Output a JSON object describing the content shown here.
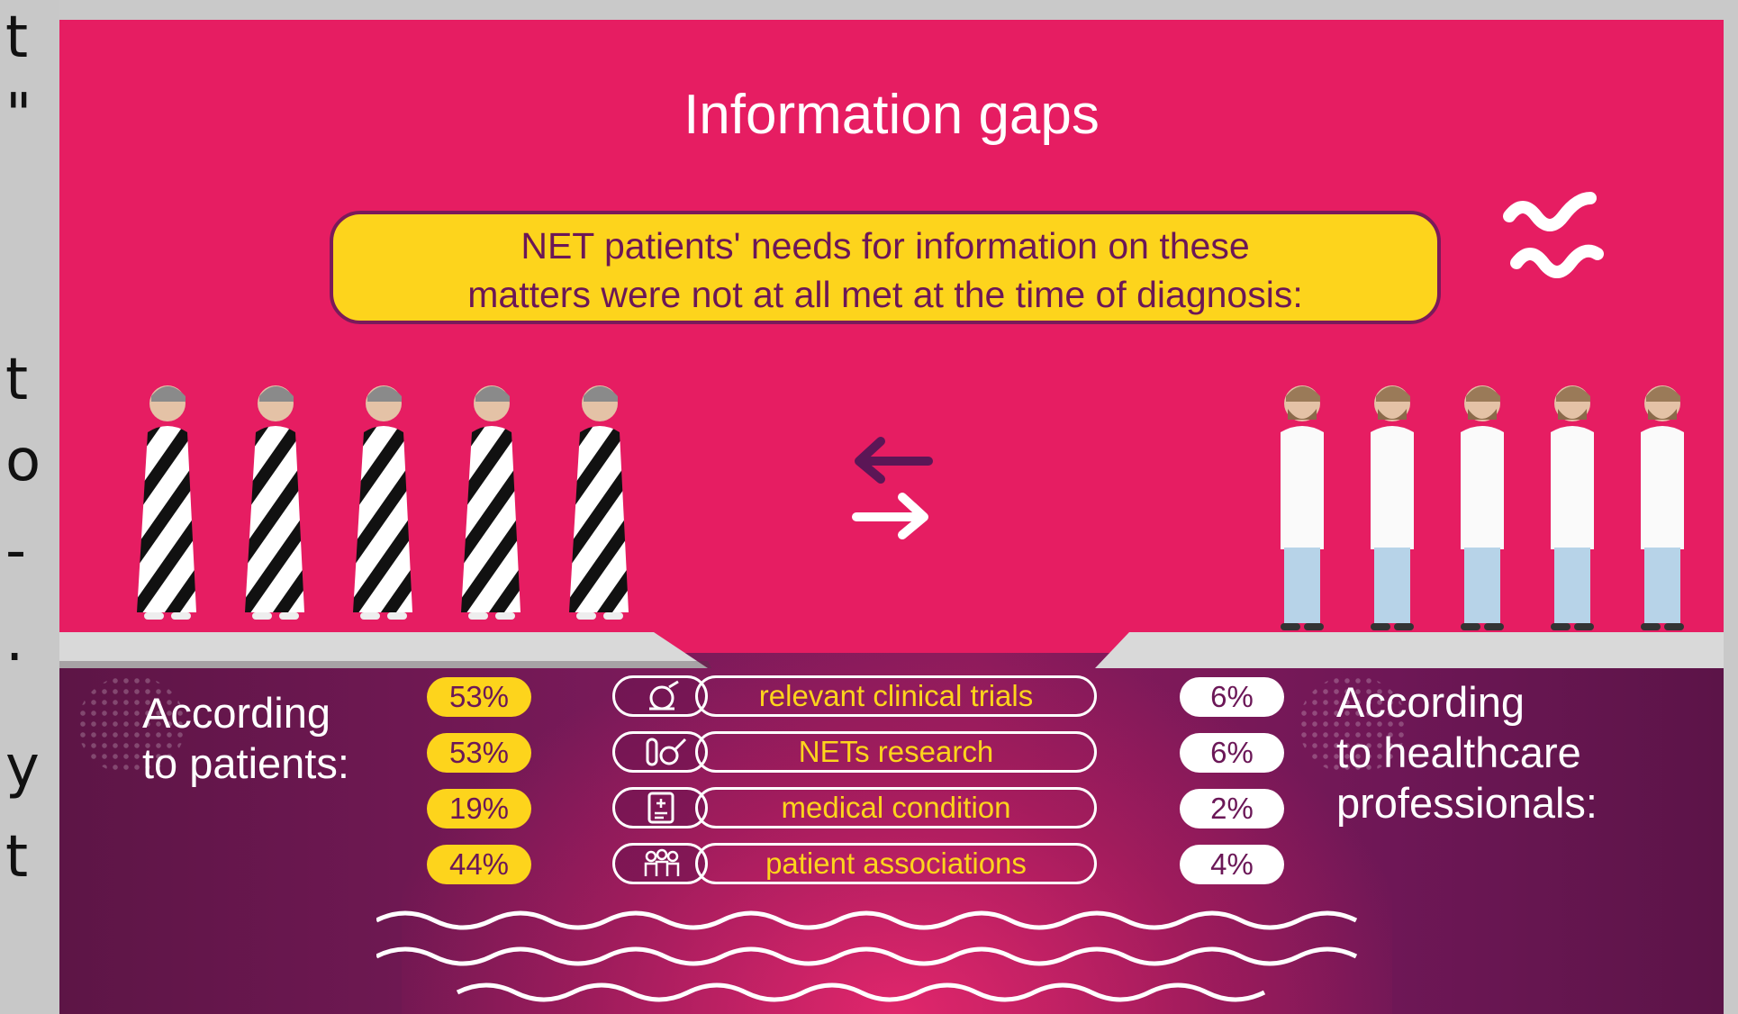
{
  "side_text": [
    "t",
    "\"",
    "t",
    "o",
    "-",
    ".",
    "y",
    "t"
  ],
  "title": "Information gaps",
  "callout": {
    "line1": "NET patients' needs for information on these",
    "line2": "matters were not at all met at the time of diagnosis:"
  },
  "left_label": {
    "line1": "According",
    "line2": "to patients:"
  },
  "right_label": {
    "line1": "According",
    "line2": "to healthcare",
    "line3": "professionals:"
  },
  "rows": [
    {
      "topic": "relevant clinical trials",
      "patients": "53%",
      "professionals": "6%",
      "icon": "clinical-trials-icon"
    },
    {
      "topic": "NETs research",
      "patients": "53%",
      "professionals": "6%",
      "icon": "research-tube-icon"
    },
    {
      "topic": "medical condition",
      "patients": "19%",
      "professionals": "2%",
      "icon": "medical-record-icon"
    },
    {
      "topic": "patient associations",
      "patients": "44%",
      "professionals": "4%",
      "icon": "patient-group-icon"
    }
  ],
  "colors": {
    "background": "#e61d62",
    "panel": "#7a1a5a",
    "accent_yellow": "#fdd41c",
    "text_purple": "#6b1757"
  }
}
